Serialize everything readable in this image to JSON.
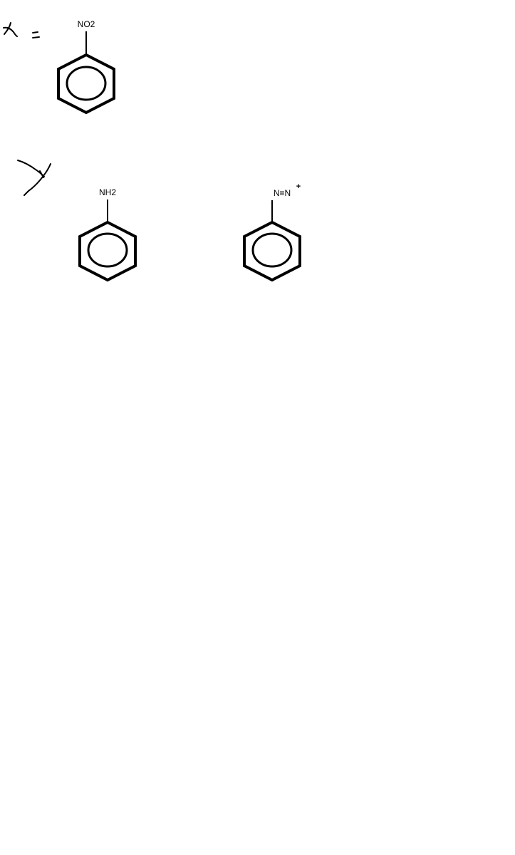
{
  "labels": {
    "x_marker": "x",
    "equals_marker": "=",
    "y_marker": "y"
  },
  "molecules": [
    {
      "substituent": "NO2"
    },
    {
      "substituent": "NH2"
    },
    {
      "substituent_main": "N≡N",
      "charge": "+"
    }
  ],
  "colors": {
    "ink": "#000000",
    "background": "#ffffff"
  }
}
